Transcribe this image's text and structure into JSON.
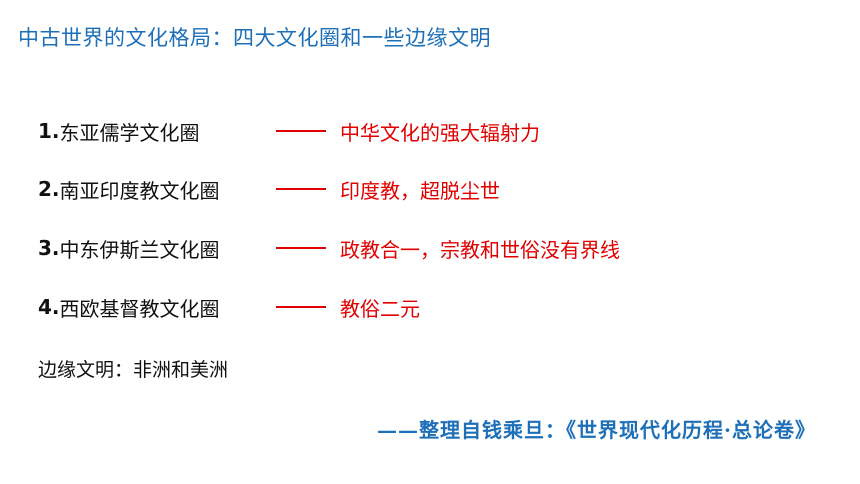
{
  "title": "中古世界的文化格局：四大文化圈和一些边缘文明",
  "rows": [
    {
      "num": "1.",
      "label": "东亚儒学文化圈",
      "dash": "——",
      "desc": "中华文化的强大辐射力"
    },
    {
      "num": "2.",
      "label": "南亚印度教文化圈",
      "dash": "——",
      "desc": "印度教，超脱尘世"
    },
    {
      "num": "3.",
      "label": "中东伊斯兰文化圈",
      "dash": "——",
      "desc": "政教合一，宗教和世俗没有界线"
    },
    {
      "num": "4.",
      "label": "西欧基督教文化圈",
      "dash": "——",
      "desc": "教俗二元"
    }
  ],
  "edge_civilizations": "边缘文明：非洲和美洲",
  "source": "——整理自钱乘旦：《世界现代化历程·总论卷》",
  "colors": {
    "title": "#1d6fb8",
    "body_text": "#111111",
    "accent_red": "#e00000",
    "source": "#1d6fb8"
  }
}
